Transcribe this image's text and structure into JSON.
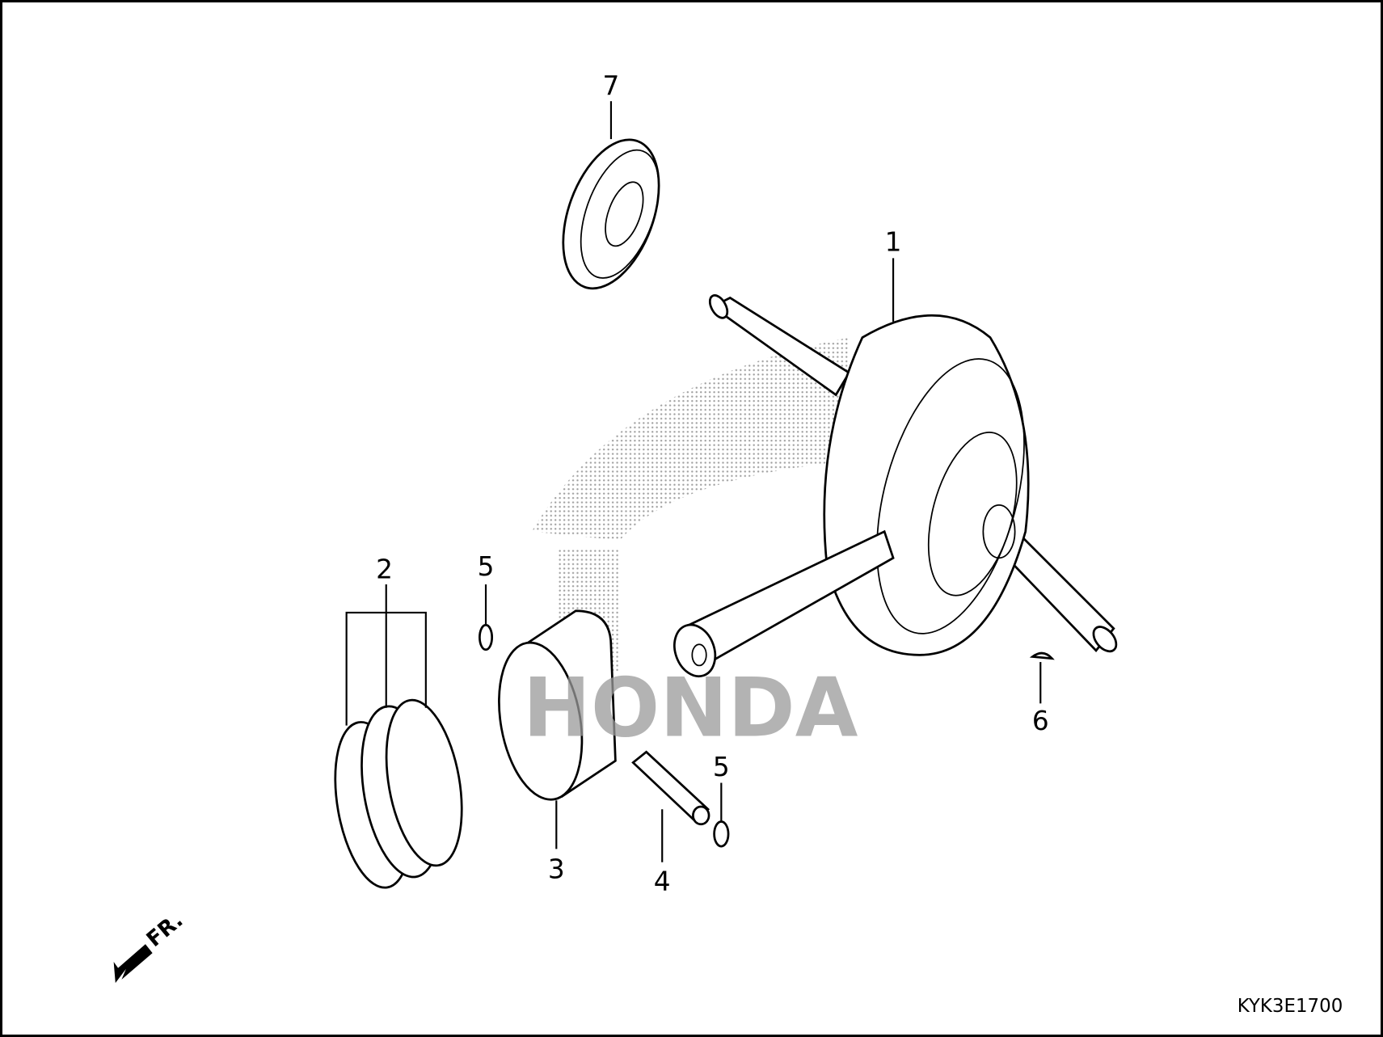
{
  "diagram": {
    "callouts": [
      {
        "id": "1",
        "label": "1"
      },
      {
        "id": "2",
        "label": "2"
      },
      {
        "id": "3",
        "label": "3"
      },
      {
        "id": "4",
        "label": "4"
      },
      {
        "id": "5a",
        "label": "5"
      },
      {
        "id": "5b",
        "label": "5"
      },
      {
        "id": "6",
        "label": "6"
      },
      {
        "id": "7",
        "label": "7"
      }
    ],
    "front_indicator": "FR.",
    "watermark_logo": "HONDA",
    "diagram_code": "KYK3E1700"
  }
}
